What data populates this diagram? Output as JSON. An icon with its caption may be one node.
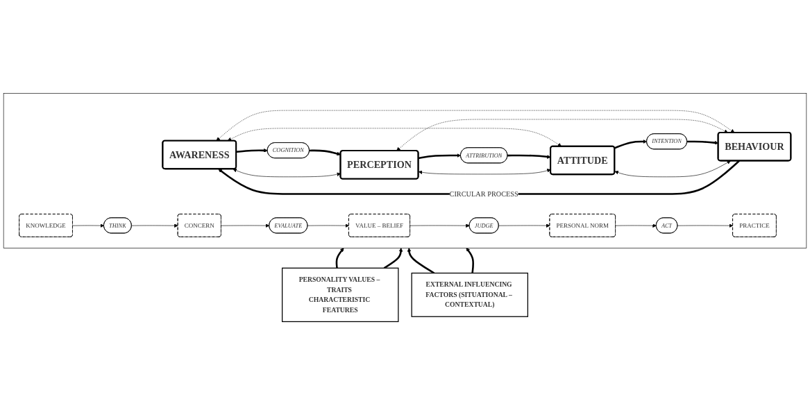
{
  "diagram": {
    "nodes": [
      {
        "text": [],
        "shape": "box"
      },
      {
        "text": [
          "AWARENESS"
        ],
        "in": 0
      },
      {
        "text": [
          "PERCEPTION"
        ],
        "in": 0
      },
      {
        "text": [
          "ATTITUDE"
        ],
        "in": 0
      },
      {
        "text": [
          "BEHAVIOUR"
        ],
        "in": 0
      },
      {
        "text": [
          "COGNITION"
        ],
        "in": 0
      },
      {
        "text": [
          "ATTRIBUTION"
        ],
        "in": 0
      },
      {
        "text": [
          "INTENTION"
        ],
        "in": 0
      },
      {
        "text": [
          "KNOWLEDGE"
        ],
        "in": 0
      },
      {
        "text": [
          "CONCERN"
        ],
        "in": 0
      },
      {
        "text": [
          "VALUE – BELIEF"
        ],
        "in": 0
      },
      {
        "text": [
          "PERSONAL NORM"
        ],
        "in": 0
      },
      {
        "text": [
          "PRACTICE"
        ],
        "in": 0
      },
      {
        "text": [
          "THINK"
        ],
        "in": 0
      },
      {
        "text": [
          "EVALUATE"
        ],
        "in": 0
      },
      {
        "text": [
          "JUDGE"
        ],
        "in": 0
      },
      {
        "text": [
          "ACT"
        ],
        "in": 0
      },
      {
        "text": [
          "PERSONALITY VALUES – TRAITS CHARACTERISTIC FEATURES"
        ]
      },
      {
        "text": [
          "EXTERNAL INFLUENCING FACTORS (SITUATIONAL – CONTEXTUAL)"
        ]
      }
    ],
    "edges": [
      {
        "from": 1,
        "to": 4,
        "arrow": "both",
        "style": "dashed"
      },
      {
        "from": 2,
        "to": 4,
        "arrow": "both",
        "style": "dashed"
      },
      {
        "from": 1,
        "to": 3,
        "arrow": "both",
        "style": "dashed"
      },
      {
        "from": 1,
        "to": 5,
        "arrow": "to",
        "style": "thick"
      },
      {
        "from": 5,
        "to": 2,
        "arrow": "to",
        "style": "thick"
      },
      {
        "from": 2,
        "to": 6,
        "arrow": "to",
        "style": "thick"
      },
      {
        "from": 6,
        "to": 3,
        "arrow": "to",
        "style": "thick"
      },
      {
        "from": 3,
        "to": 7,
        "arrow": "to",
        "style": "thick"
      },
      {
        "from": 7,
        "to": 4,
        "arrow": "to",
        "style": "thick"
      },
      {
        "from": 1,
        "to": 2,
        "arrow": "both"
      },
      {
        "from": 2,
        "to": 3,
        "arrow": "both"
      },
      {
        "from": 3,
        "to": 4,
        "arrow": "both"
      },
      {
        "from": 4,
        "to": 1,
        "arrow": "to",
        "style": "thick",
        "label": "CIRCULAR PROCESS"
      },
      {
        "from": 8,
        "to": 13,
        "arrow": "to"
      },
      {
        "from": 13,
        "to": 9,
        "arrow": "to"
      },
      {
        "from": 9,
        "to": 14,
        "arrow": "to"
      },
      {
        "from": 14,
        "to": 10,
        "arrow": "to"
      },
      {
        "from": 10,
        "to": 15,
        "arrow": "to"
      },
      {
        "from": 15,
        "to": 11,
        "arrow": "to"
      },
      {
        "from": 11,
        "to": 16,
        "arrow": "to"
      },
      {
        "from": 16,
        "to": 12,
        "arrow": "to"
      },
      {
        "from": 17,
        "to": 0,
        "arrow": "to",
        "style": "thick"
      },
      {
        "from": 17,
        "to": 0,
        "arrow": "to",
        "style": "thick"
      },
      {
        "from": 18,
        "to": 0,
        "arrow": "to",
        "style": "thick"
      },
      {
        "from": 18,
        "to": 0,
        "arrow": "to",
        "style": "thick"
      }
    ]
  }
}
